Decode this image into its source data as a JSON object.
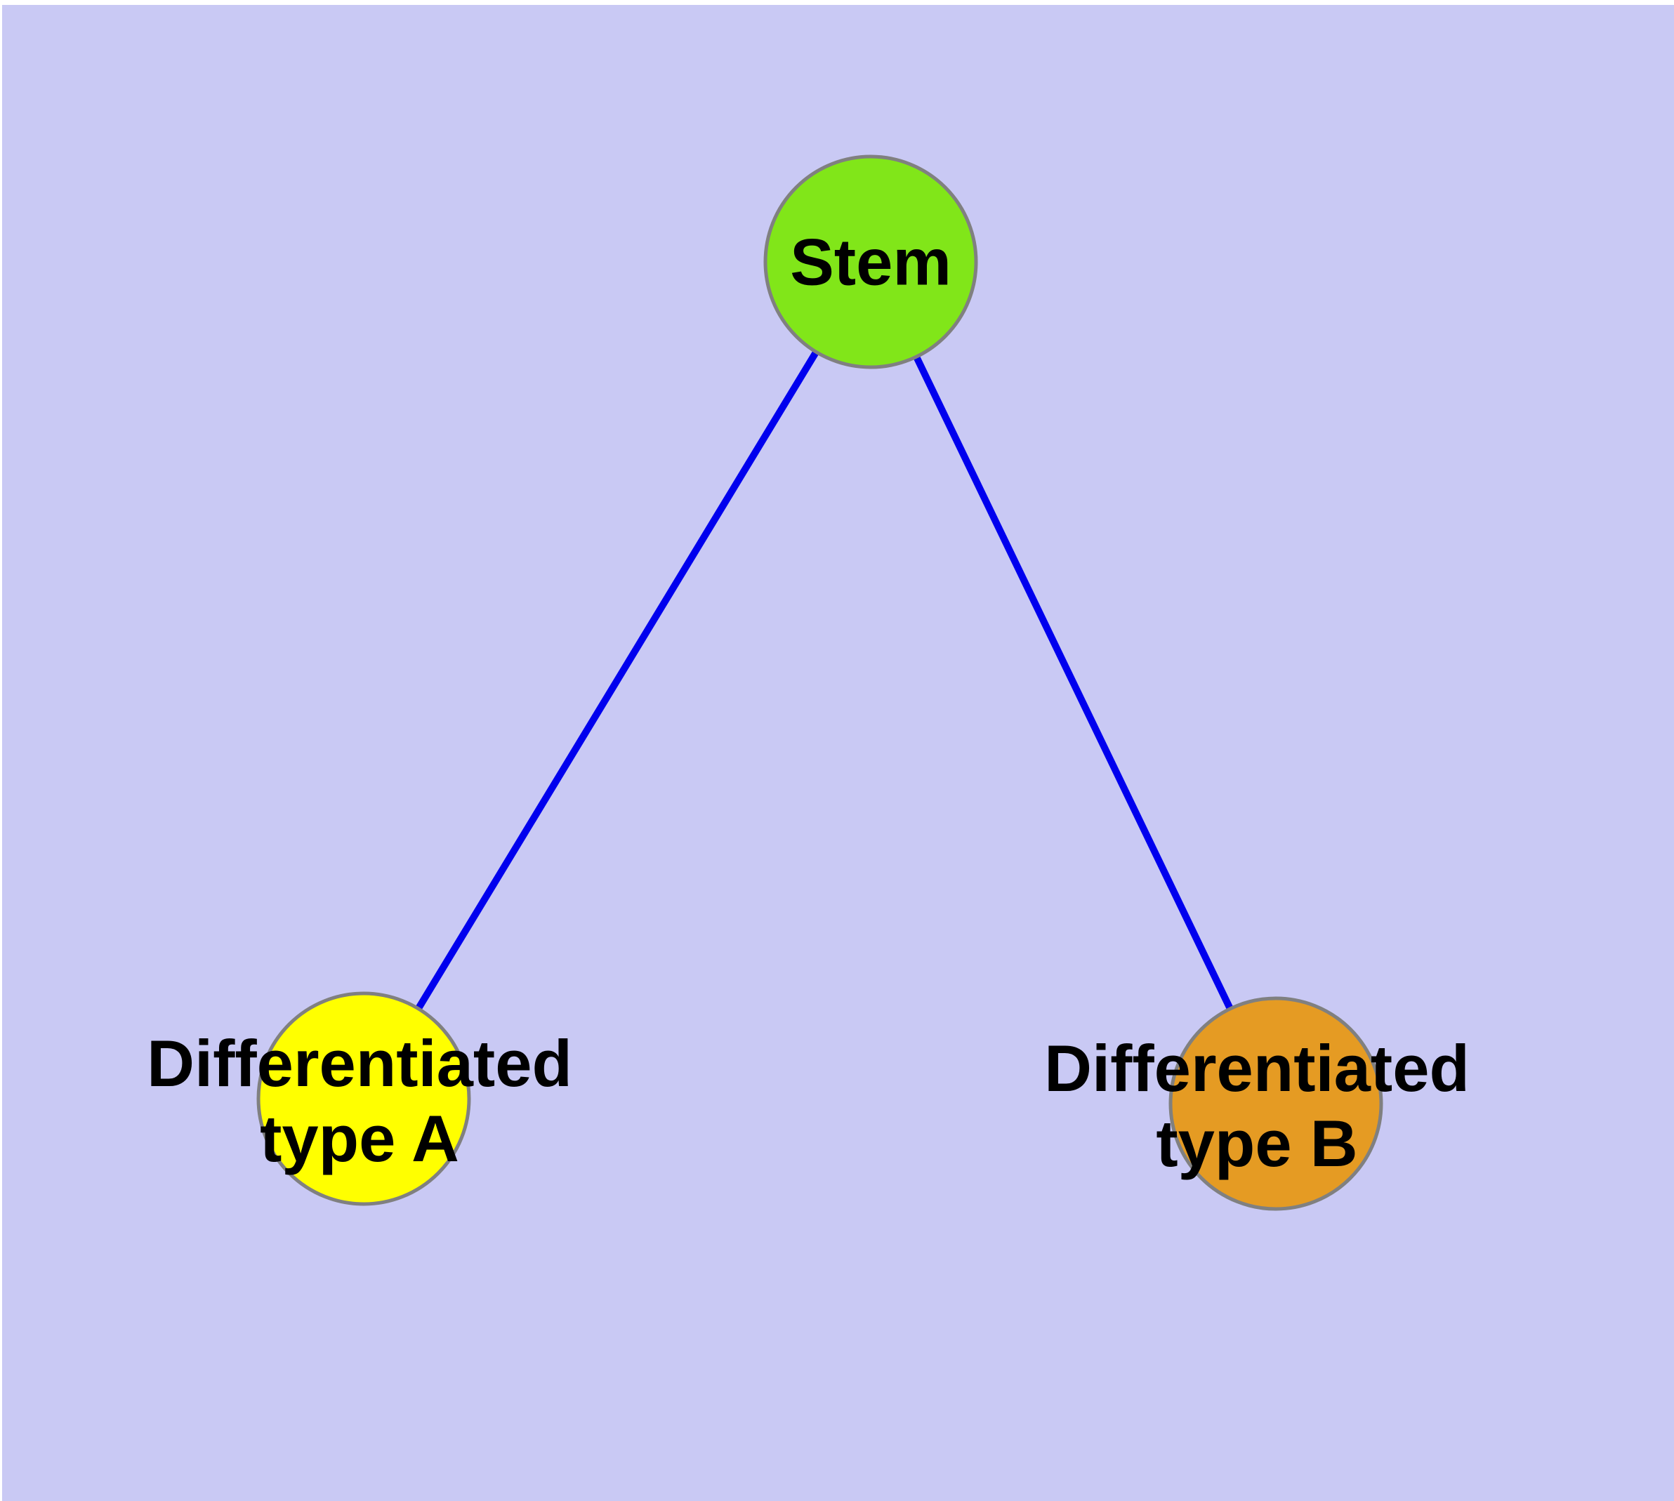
{
  "diagram": {
    "type": "node-link-graph",
    "background_color": "#C9C9F4",
    "page_margin_color": "#FFFFFF",
    "edge_color": "#0000EE",
    "node_border_color": "#808080",
    "label_color": "#000000",
    "nodes": [
      {
        "id": "stem",
        "label": "Stem",
        "color": "#81E619"
      },
      {
        "id": "type-a",
        "label": "Differentiated\ntype A",
        "color": "#FFFF00"
      },
      {
        "id": "type-b",
        "label": "Differentiated\ntype B",
        "color": "#E59B23"
      }
    ],
    "edges": [
      {
        "from": "stem",
        "to": "type-a"
      },
      {
        "from": "stem",
        "to": "type-b"
      }
    ]
  }
}
